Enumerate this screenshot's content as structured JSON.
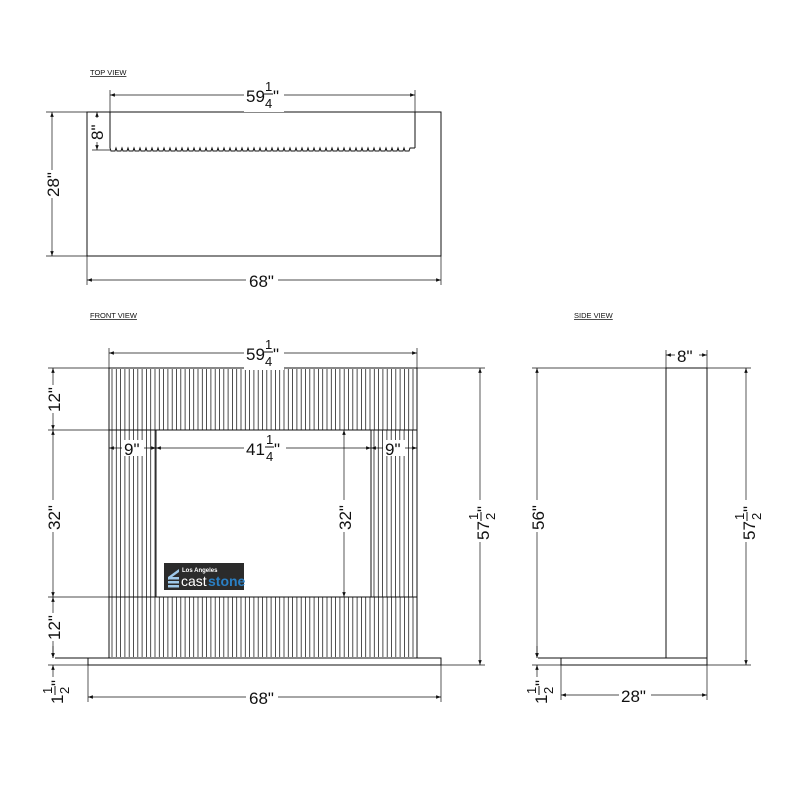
{
  "views": {
    "top": "TOP VIEW",
    "front": "FRONT VIEW",
    "side": "SIDE  VIEW"
  },
  "top_view": {
    "opening_width": {
      "whole": "59",
      "num": "1",
      "den": "4",
      "unit": "\""
    },
    "depth": "8\"",
    "total_depth": "28\"",
    "total_width": "68\""
  },
  "front_view": {
    "opening_width": {
      "whole": "59",
      "num": "1",
      "den": "4",
      "unit": "\""
    },
    "top_height": "12\"",
    "middle_height": "32\"",
    "bottom_height": "12\"",
    "left_leg": "9\"",
    "right_leg": "9\"",
    "inner_width": {
      "whole": "41",
      "num": "1",
      "den": "4",
      "unit": "\""
    },
    "inner_height": "32\"",
    "overall_height": {
      "whole": "57",
      "num": "1",
      "den": "2",
      "unit": "\""
    },
    "hearth_height": {
      "whole": "1",
      "num": "1",
      "den": "2",
      "unit": "\""
    },
    "total_width": "68\""
  },
  "side_view": {
    "depth": "8\"",
    "height": "56\"",
    "overall_height": {
      "whole": "57",
      "num": "1",
      "den": "2",
      "unit": "\""
    },
    "hearth_height": {
      "whole": "1",
      "num": "1",
      "den": "2",
      "unit": "\""
    },
    "hearth_depth": "28\""
  },
  "logo": {
    "line1": "Los Angeles",
    "word_a": "cast",
    "word_b": "stone",
    "bg": "#2b2b2b",
    "accent": "#2a7fc4"
  },
  "colors": {
    "line": "#111111"
  }
}
